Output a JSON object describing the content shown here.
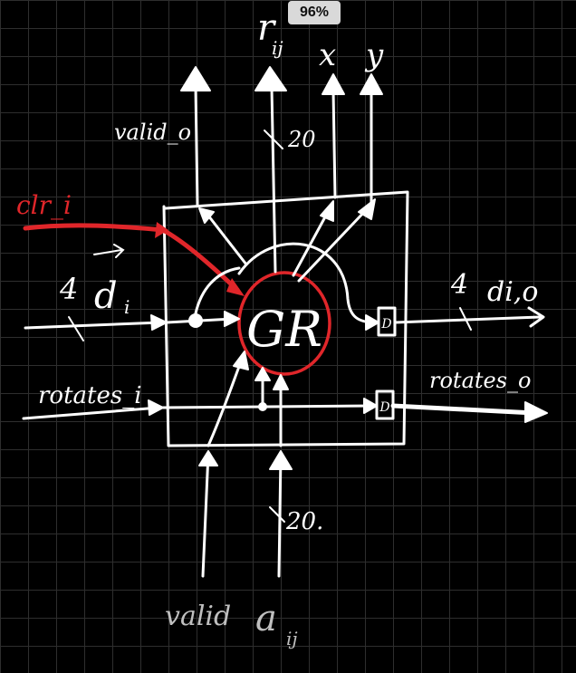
{
  "toolbar": {
    "zoom_label": "96%"
  },
  "colors": {
    "background": "#000000",
    "ink": "#ffffff",
    "accent": "#e0262a",
    "badge": "#d9d9d9"
  },
  "diagram": {
    "block_label": "GR",
    "inputs": {
      "clr": "clr_i",
      "direction_count": "4",
      "direction_symbol": "d",
      "direction_subscript": "i",
      "rotates": "rotates_i",
      "valid": "valid",
      "a": "a",
      "a_subscript": "ij"
    },
    "outputs": {
      "valid": "valid_o",
      "r": "r",
      "r_subscript": "ij",
      "x": "x",
      "y": "y",
      "direction_count": "4",
      "direction": "di,o",
      "rotates": "rotates_o"
    },
    "bus_width_top": "20",
    "bus_width_bottom": "20.",
    "register_label": "D"
  }
}
